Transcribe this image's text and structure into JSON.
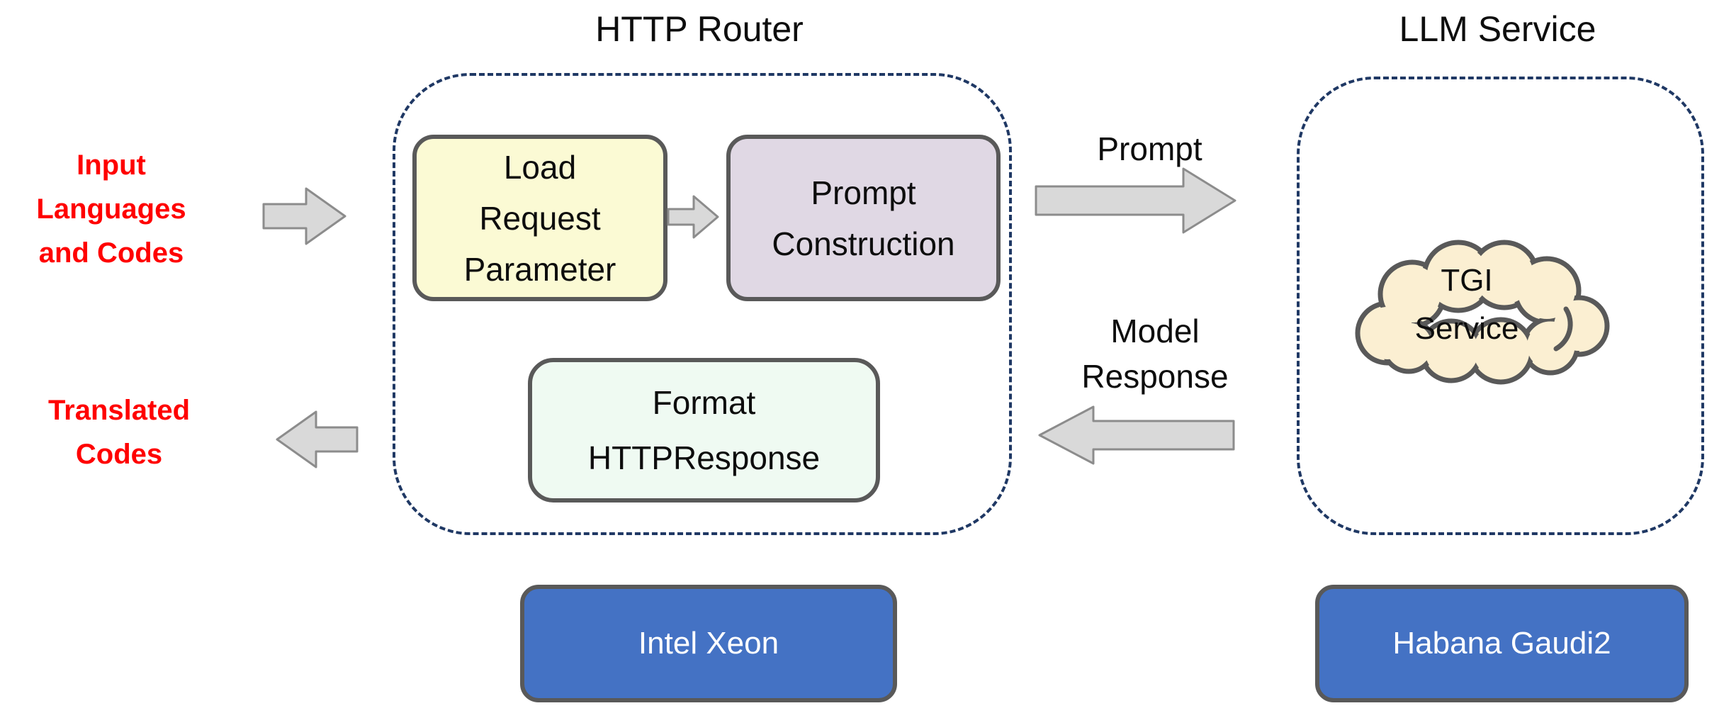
{
  "titles": {
    "http_router": "HTTP Router",
    "llm_service": "LLM Service"
  },
  "io_labels": {
    "input": {
      "line1": "Input",
      "line2": "Languages",
      "line3": "and Codes"
    },
    "output": {
      "line1": "Translated",
      "line2": "Codes"
    }
  },
  "router": {
    "load_box": {
      "line1": "Load",
      "line2": "Request",
      "line3": "Parameter"
    },
    "prompt_box": {
      "line1": "Prompt",
      "line2": "Construction"
    },
    "format_box": {
      "line1": "Format",
      "line2": "HTTPResponse"
    }
  },
  "llm": {
    "cloud": {
      "line1": "TGI",
      "line2": "Service"
    }
  },
  "flows": {
    "prompt": "Prompt",
    "model_response": {
      "line1": "Model",
      "line2": "Response"
    }
  },
  "hardware": {
    "xeon": "Intel Xeon",
    "gaudi": "Habana Gaudi2"
  },
  "colors": {
    "dashed_border": "#1f3864",
    "box_border": "#595959",
    "load_fill": "#fbfad4",
    "prompt_fill": "#e0d8e4",
    "format_fill": "#effaf2",
    "cloud_fill": "#fbefd2",
    "chip_fill": "#4472c4",
    "arrow_fill": "#d9d9d9",
    "arrow_border": "#8c8c8c",
    "io_text": "#ff0000",
    "text": "#0d0d0d"
  }
}
